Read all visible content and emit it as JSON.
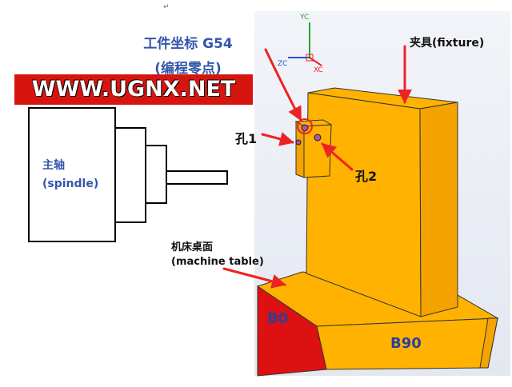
{
  "title": {
    "line1": "工件坐标 G54",
    "line2": "(编程零点)"
  },
  "banner": {
    "text": "WWW.UGNX.NET"
  },
  "spindle": {
    "label_cn": "主轴",
    "label_en": "(spindle)"
  },
  "table": {
    "label_cn": "机床桌面",
    "label_en": "(machine table)"
  },
  "fixture": {
    "label": "夹具(fixture)"
  },
  "holes": {
    "hole1": "孔1",
    "hole2": "孔2"
  },
  "faces": {
    "b0": "B0",
    "b90": "B90"
  },
  "triad": {
    "yc": "YC",
    "zc": "ZC",
    "xc": "XC"
  },
  "paragraph_mark": "↵",
  "colors": {
    "block_orange": "#ffb300",
    "block_side": "#f5a300",
    "face_red": "#dd1111",
    "viewport_bg": "#eef1f7",
    "arrow_red": "#ee2222",
    "banner_red": "#d6150f",
    "title_blue": "#3355aa"
  }
}
